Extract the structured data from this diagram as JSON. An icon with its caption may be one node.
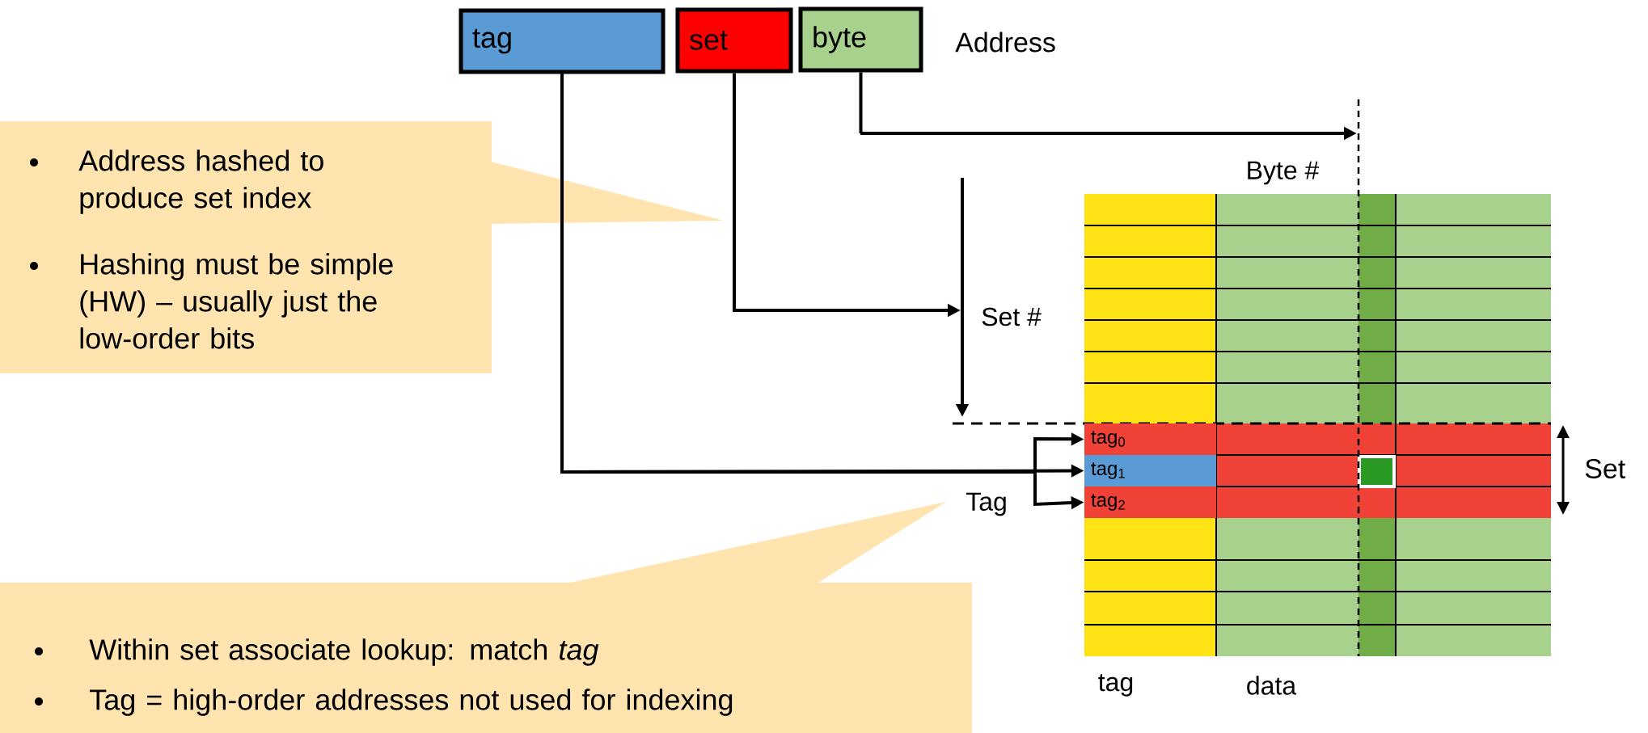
{
  "diagram": {
    "nodes": [
      {
        "text": [
          "tag"
        ]
      },
      {
        "text": [
          "set"
        ]
      },
      {
        "text": [
          "byte"
        ]
      },
      {
        "text": [
          "Address hashed to produce set index",
          "Hashing must be simple (HW) – usually just the low-order bits"
        ]
      },
      {
        "text": [
          "Within set associate lookup: match *tag*",
          "Tag = high-order addresses not used for indexing"
        ]
      },
      {
        "text": [
          "tag$_{0}$"
        ]
      },
      {
        "text": [
          "tag$_{1}$"
        ]
      },
      {
        "text": [
          "tag$_{2}$"
        ]
      }
    ],
    "edges": [
      {
        "from": 0,
        "to": 5,
        "arrow": "to"
      },
      {
        "from": 0,
        "to": 6,
        "arrow": "to"
      },
      {
        "from": 0,
        "to": 7,
        "arrow": "to"
      },
      {
        "from": 1,
        "to": null,
        "arrow": "to"
      },
      {
        "from": 2,
        "to": null,
        "arrow": "to"
      }
    ],
    "labels": [
      "Address",
      "Byte #",
      "Set #",
      "Tag",
      "Set",
      "tag",
      "data"
    ]
  }
}
